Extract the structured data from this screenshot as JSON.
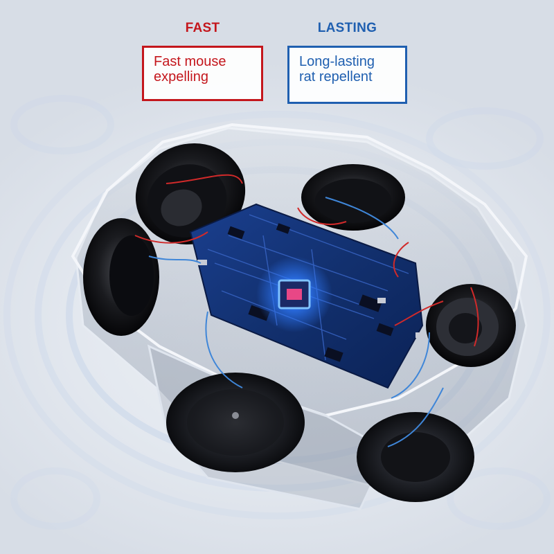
{
  "features": [
    {
      "title": "FAST",
      "lines": [
        "Fast mouse",
        "expelling"
      ],
      "color": "#c4161c"
    },
    {
      "title": "LASTING",
      "lines": [
        "Long-lasting",
        "rat repellent"
      ],
      "color": "#1f5fb0"
    }
  ],
  "product_image": {
    "subject": "transparent octagonal ultrasonic repeller housing with exposed blue circuit board and black speakers",
    "accent_glow": "#2f7bff",
    "pcb_color": "#12306e"
  }
}
